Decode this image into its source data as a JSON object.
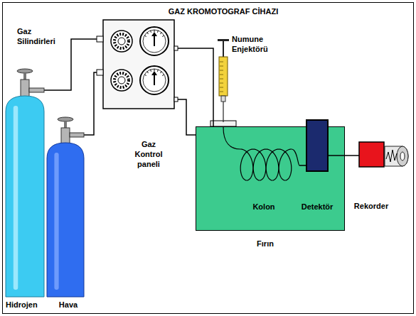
{
  "diagram": {
    "title": "GAZ KROMOTOGRAF CİHAZI",
    "nodes": [
      {
        "text": [
          "Hidrojen"
        ]
      },
      {
        "text": [
          "Hava"
        ]
      },
      {
        "text": [
          "Gaz Kontrol paneli"
        ]
      },
      {
        "text": [
          "Numune Enjektörü"
        ]
      },
      {
        "text": [
          "Fırın"
        ]
      },
      {
        "text": [
          "Kolon"
        ],
        "in": 4
      },
      {
        "text": [
          "Detektör"
        ],
        "in": 4
      },
      {
        "text": [
          "Rekorder"
        ]
      }
    ],
    "edges": [
      {
        "from": 0,
        "to": 2,
        "arrow": "none"
      },
      {
        "from": 1,
        "to": 2,
        "arrow": "none"
      },
      {
        "from": 2,
        "to": 4,
        "arrow": "none"
      },
      {
        "from": 2,
        "to": 4,
        "arrow": "none"
      },
      {
        "from": 5,
        "to": 6,
        "arrow": "none"
      },
      {
        "from": 6,
        "to": 7,
        "arrow": "none"
      }
    ],
    "labels": [
      "Gaz Silindirleri"
    ]
  }
}
